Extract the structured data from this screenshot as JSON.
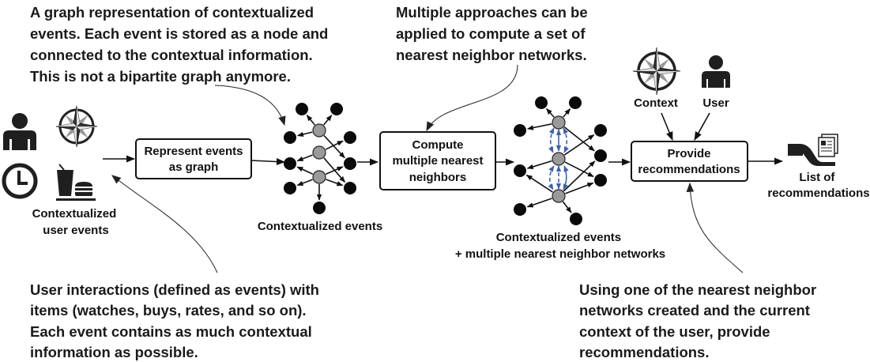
{
  "annotations": {
    "top_left": [
      "A graph representation of contextualized",
      "events. Each event is stored as a node and",
      "connected to the contextual information.",
      "This is not a bipartite graph anymore."
    ],
    "top_middle": [
      "Multiple approaches can be",
      "applied to compute a set of",
      "nearest neighbor networks."
    ],
    "bottom_left": [
      "User interactions (defined as events) with",
      "items (watches, buys, rates, and so on).",
      "Each event contains as much contextual",
      "information as possible."
    ],
    "bottom_right": [
      "Using one of the nearest neighbor",
      "networks created and the current",
      "context of the user, provide",
      "recommendations."
    ]
  },
  "inputs": {
    "label": [
      "Contextualized",
      "user events"
    ],
    "icons": [
      "person-icon",
      "compass-icon",
      "clock-icon",
      "food-icon"
    ]
  },
  "steps": [
    {
      "label": [
        "Represent events",
        "as graph"
      ]
    },
    {
      "label": [
        "Compute",
        "multiple nearest",
        "neighbors"
      ]
    },
    {
      "label": [
        "Provide",
        "recommendations"
      ]
    }
  ],
  "graphs": {
    "graph1_label": "Contextualized events",
    "graph2_label": [
      "Contextualized events",
      "+ multiple nearest neighbor networks"
    ]
  },
  "context_label": "Context",
  "user_label": "User",
  "output_label": [
    "List of",
    "recommendations"
  ],
  "colors": {
    "node_fill": "#000000",
    "context_node_fill": "#9a9a9a",
    "nn_edge": "#3f5fb5"
  }
}
